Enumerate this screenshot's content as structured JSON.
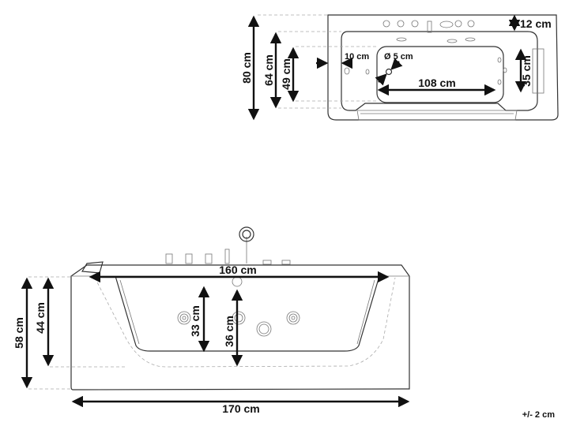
{
  "top_view": {
    "depth_total": "80 cm",
    "depth_rim": "64 cm",
    "depth_basin": "49 cm",
    "deck_width": "12 cm",
    "rim_width": "10 cm",
    "drain_diameter": "Ø 5 cm",
    "basin_length": "108 cm",
    "pillow_length": "35 cm"
  },
  "side_view": {
    "inner_length": "160 cm",
    "outer_length": "170 cm",
    "height_total": "58 cm",
    "height_floor": "44 cm",
    "basin_depth_min": "33 cm",
    "basin_depth_max": "36 cm"
  },
  "tolerance": "+/- 2 cm",
  "colors": {
    "line": "#111111",
    "dashed": "#aaaaaa"
  }
}
